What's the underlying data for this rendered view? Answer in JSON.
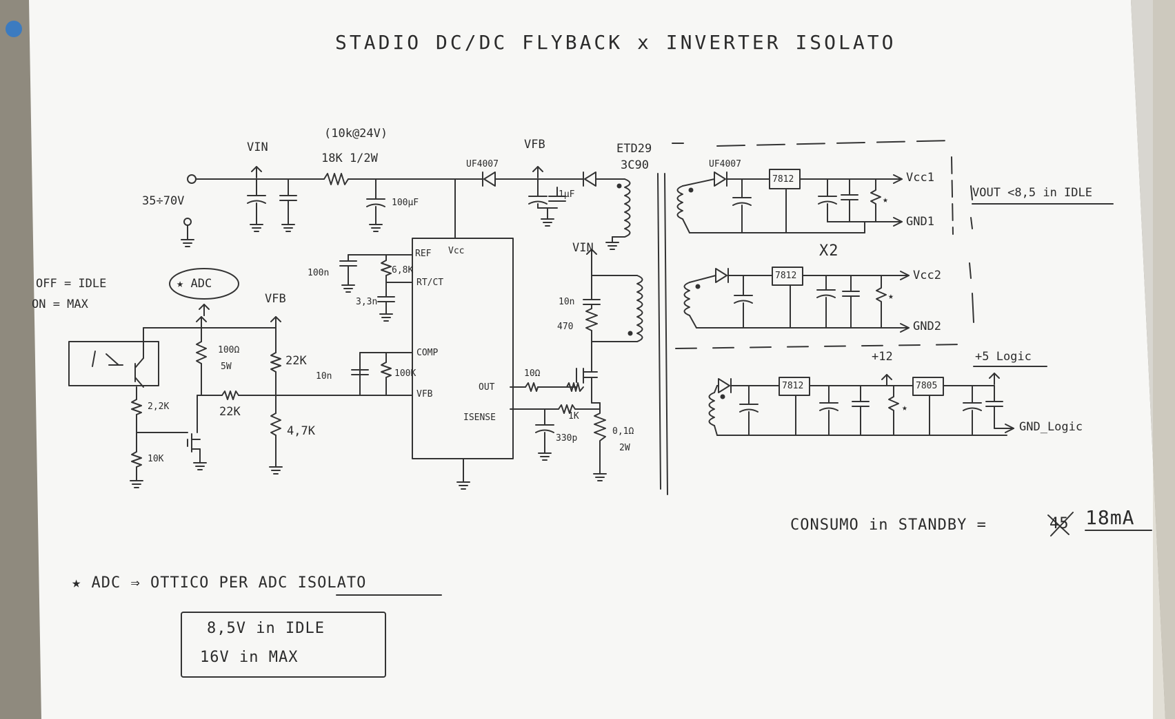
{
  "title": "STADIO DC/DC FLYBACK x INVERTER ISOLATO",
  "input": {
    "vin": "VIN",
    "range": "35÷70V",
    "r_startup": "18K 1/2W",
    "r_startup_note": "(10k@24V)",
    "cap_100u": "100μF"
  },
  "bias": {
    "diode": "UF4007",
    "vfb": "VFB",
    "cap_1u": "1μF"
  },
  "transformer": {
    "core": "ETD29",
    "material": "3C90"
  },
  "controller": {
    "pin_ref": "REF",
    "pin_vcc": "Vcc",
    "pin_rtct": "RT/CT",
    "pin_comp": "COMP",
    "pin_vfb": "VFB",
    "pin_out": "OUT",
    "pin_isense": "ISENSE",
    "c_ref": "100n",
    "r_rt": "6,8K",
    "c_ct": "3,3n",
    "c_comp": "10n",
    "r_comp": "100K"
  },
  "feedback": {
    "off_idle": "OFF = IDLE",
    "on_max": "ON = MAX",
    "adc_tag": "★ ADC",
    "vfb": "VFB",
    "r_100": "100Ω",
    "r_100_w": "5W",
    "r_22k_top": "22K",
    "r_22k_mid": "22K",
    "r_4k7": "4,7K",
    "r_2k2": "2,2K",
    "r_10k": "10K"
  },
  "switch": {
    "vin": "VIN",
    "c_snub": "10n",
    "r_snub": "470",
    "r_gate": "10Ω",
    "r_sense_filter": "1K",
    "c_sense": "330p",
    "r_sense": "0,1Ω",
    "r_sense_w": "2W"
  },
  "outputs": {
    "ch1_diode": "UF4007",
    "ch1_reg": "7812",
    "ch1_vcc": "Vcc1",
    "ch1_gnd": "GND1",
    "ch2_reg": "7812",
    "ch2_vcc": "Vcc2",
    "ch2_gnd": "GND2",
    "x2": "X2",
    "logic_reg1": "7812",
    "logic_reg2": "7805",
    "plus12": "+12",
    "plus5": "+5 Logic",
    "gnd_logic": "GND_Logic",
    "star1": "★",
    "star2": "★",
    "star3": "★",
    "vout_note": "VOUT <8,5 in IDLE"
  },
  "notes": {
    "consumption_label": "CONSUMO in STANDBY =",
    "consumption_struck": "45",
    "consumption_value": "18mA",
    "legend_line": "★ ADC ⇒ OTTICO PER ADC ISOLATO",
    "idle_line": "8,5V in IDLE",
    "max_line": "16V in MAX"
  }
}
